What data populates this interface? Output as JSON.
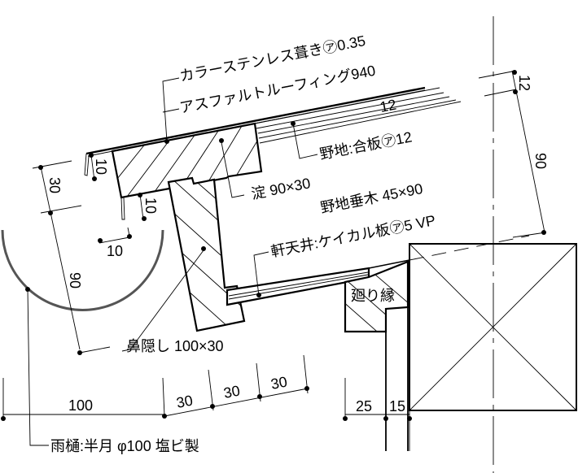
{
  "labels": {
    "roofing": "カラーステンレス葺き㋐0.35",
    "underlayment": "アスファルトルーフィング940",
    "sheathing": "野地:合板㋐12",
    "fascia_board": "淀 90×30",
    "rafter": "野地垂木 45×90",
    "soffit": "軒天井:ケイカル板㋐5 VP",
    "cornice": "廻り縁",
    "fascia": "鼻隠し 100×30",
    "gutter": "雨樋:半月 φ100 塩ビ製"
  },
  "dimensions": {
    "roof_thickness": "12",
    "sheathing_thickness": "12",
    "rafter_depth": "90",
    "flashing_top": "10",
    "flashing_bottom": "10",
    "flashing_width": "10",
    "fascia_height_30": "30",
    "fascia_height_90": "90",
    "overhang_100": "100",
    "seg_1": "30",
    "seg_2": "30",
    "seg_3": "30",
    "wall_25": "25",
    "wall_15": "15"
  }
}
